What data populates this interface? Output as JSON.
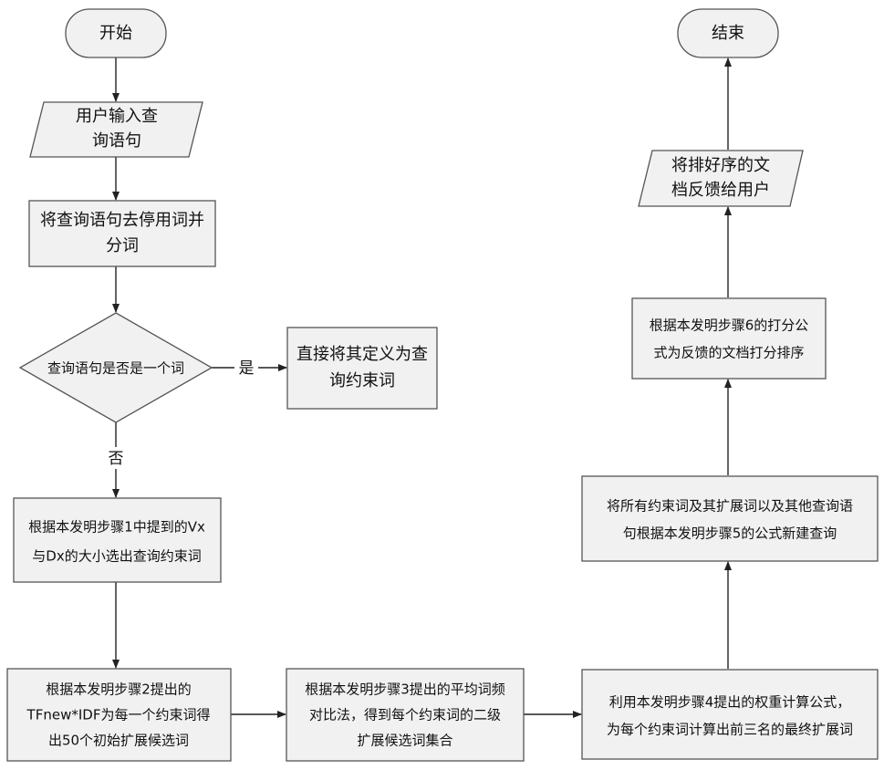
{
  "nodes": {
    "start": "开始",
    "input": [
      "用户输入查",
      "询语句"
    ],
    "preprocess": [
      "将查询语句去停用词并",
      "分词"
    ],
    "decision": "查询语句是否是一个词",
    "direct": [
      "直接将其定义为查",
      "询约束词"
    ],
    "select": [
      "根据本发明步骤1中提到的Vx",
      "与Dx的大小选出查询约束词"
    ],
    "step2": [
      "根据本发明步骤2提出的",
      "TFnew*IDF为每一个约束词得",
      "出50个初始扩展候选词"
    ],
    "step3": [
      "根据本发明步骤3提出的平均词频",
      "对比法，得到每个约束词的二级",
      "扩展候选词集合"
    ],
    "step4": [
      "利用本发明步骤4提出的权重计算公式，",
      "为每个约束词计算出前三名的最终扩展词"
    ],
    "step5": [
      "将所有约束词及其扩展词以及其他查询语",
      "句根据本发明步骤5的公式新建查询"
    ],
    "step6": [
      "根据本发明步骤6的打分公",
      "式为反馈的文档打分排序"
    ],
    "output": [
      "将排好序的文",
      "档反馈给用户"
    ],
    "end": "结束"
  },
  "edge_labels": {
    "yes": "是",
    "no": "否"
  }
}
